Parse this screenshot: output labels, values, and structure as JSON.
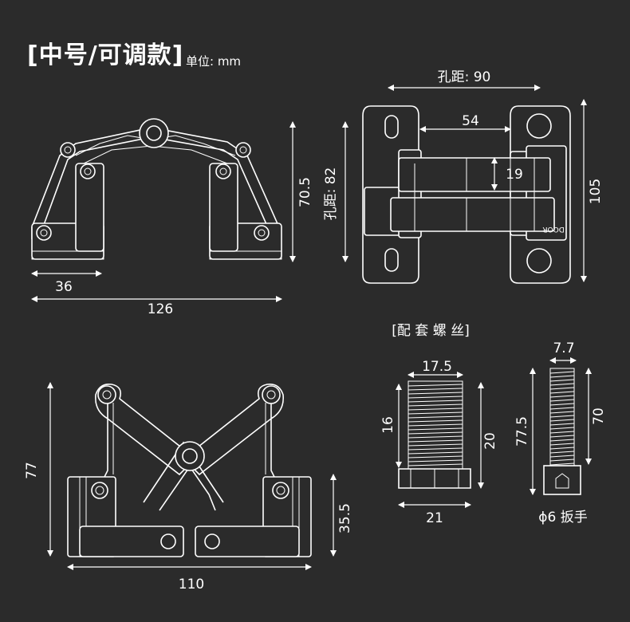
{
  "header": {
    "title": "[中号/可调款]",
    "unit": "单位: mm"
  },
  "top_left": {
    "dim_36": "36",
    "dim_126": "126",
    "dim_70_5": "70.5"
  },
  "top_right": {
    "hole_distance_h": "孔距: 90",
    "dim_54": "54",
    "dim_19": "19",
    "hole_distance_v": "孔距: 82",
    "dim_105": "105",
    "door_mark": "DOOR"
  },
  "bottom_left": {
    "dim_110": "110",
    "dim_77": "77",
    "dim_35_5": "35.5"
  },
  "screws": {
    "title": "[配 套 螺 丝]",
    "left": {
      "dim_17_5": "17.5",
      "dim_16": "16",
      "dim_20": "20",
      "dim_21": "21"
    },
    "right": {
      "dim_7_7": "7.7",
      "dim_77_5": "77.5",
      "dim_70": "70",
      "wrench": "ɸ6 扳手"
    }
  }
}
